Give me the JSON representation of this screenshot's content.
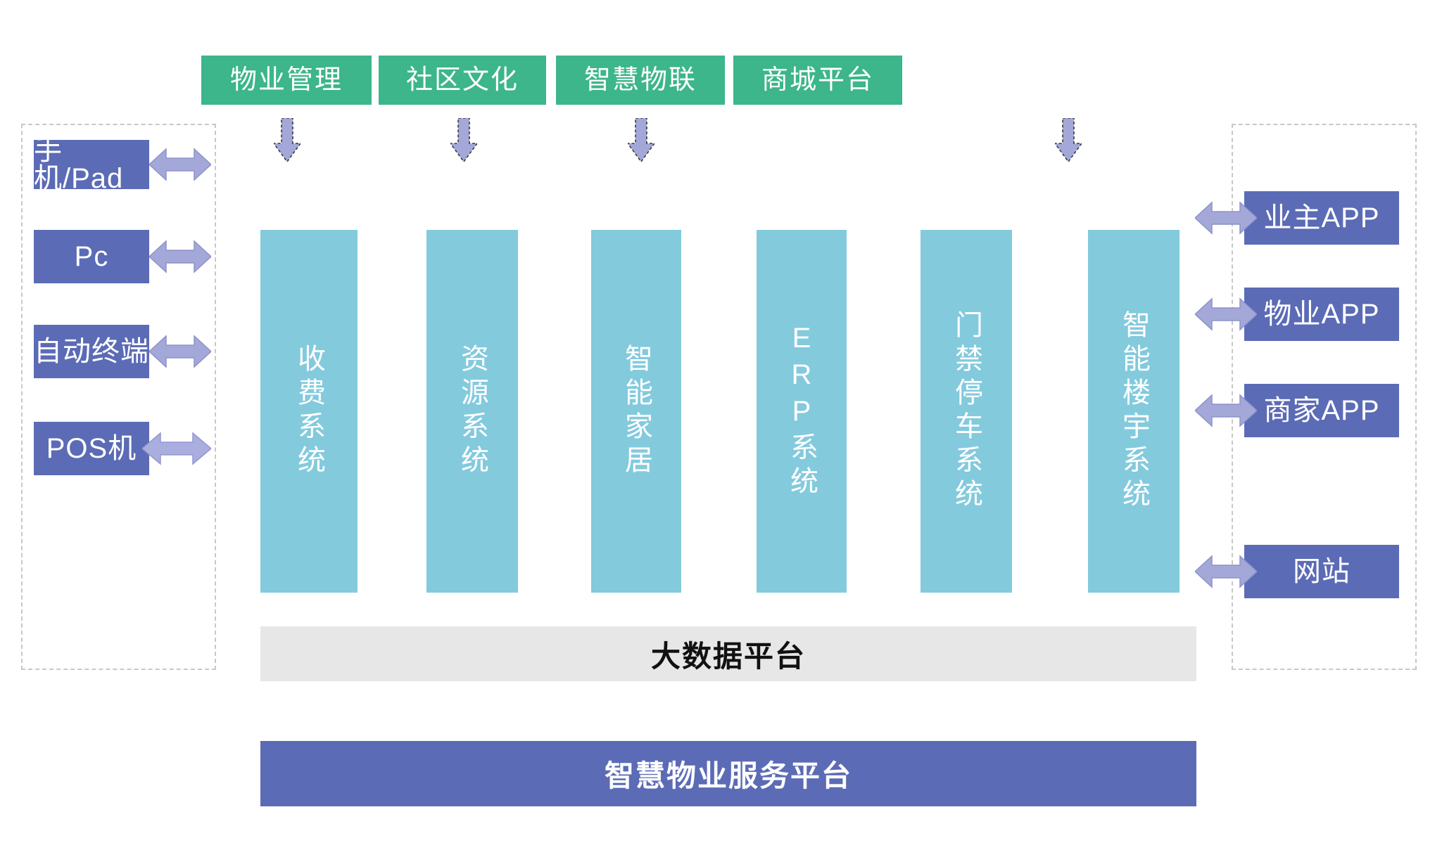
{
  "diagram": {
    "title_bottom": "智慧物业服务平台",
    "data_platform": "大数据平台",
    "colors": {
      "purple_box": "#5b6bb5",
      "green_box": "#3cb68a",
      "cyan_column": "#83cadd",
      "gray_bar": "#e7e7e7",
      "arrow_fill": "#a3a8d8",
      "arrow_stroke": "#6f74b0",
      "dashed_border": "#c8c8c8"
    }
  },
  "left_group": {
    "name": "terminal-devices",
    "items": [
      {
        "label": "手机/Pad",
        "arrow": "double-horizontal-arrow"
      },
      {
        "label": "Pc",
        "arrow": "double-horizontal-arrow"
      },
      {
        "label": "自动终端",
        "arrow": "double-horizontal-arrow"
      },
      {
        "label": "POS机",
        "arrow": "double-horizontal-arrow"
      }
    ]
  },
  "right_group": {
    "name": "client-applications",
    "items": [
      {
        "label": "业主APP",
        "arrow": "double-horizontal-arrow"
      },
      {
        "label": "物业APP",
        "arrow": "double-horizontal-arrow"
      },
      {
        "label": "商家APP",
        "arrow": "double-horizontal-arrow"
      },
      {
        "label": "网站",
        "arrow": "double-horizontal-arrow"
      }
    ]
  },
  "domains": {
    "name": "business-domains",
    "items": [
      {
        "label": "物业管理",
        "arrow": "down-arrow"
      },
      {
        "label": "社区文化",
        "arrow": "down-arrow"
      },
      {
        "label": "智慧物联",
        "arrow": "down-arrow"
      },
      {
        "label": "商城平台",
        "arrow": "down-arrow"
      }
    ]
  },
  "systems": {
    "name": "core-systems",
    "items": [
      {
        "label": "收费系统"
      },
      {
        "label": "资源系统"
      },
      {
        "label": "智能家居"
      },
      {
        "label": "ERP系统"
      },
      {
        "label": "门禁停车系统"
      },
      {
        "label": "智能楼宇系统"
      }
    ]
  }
}
